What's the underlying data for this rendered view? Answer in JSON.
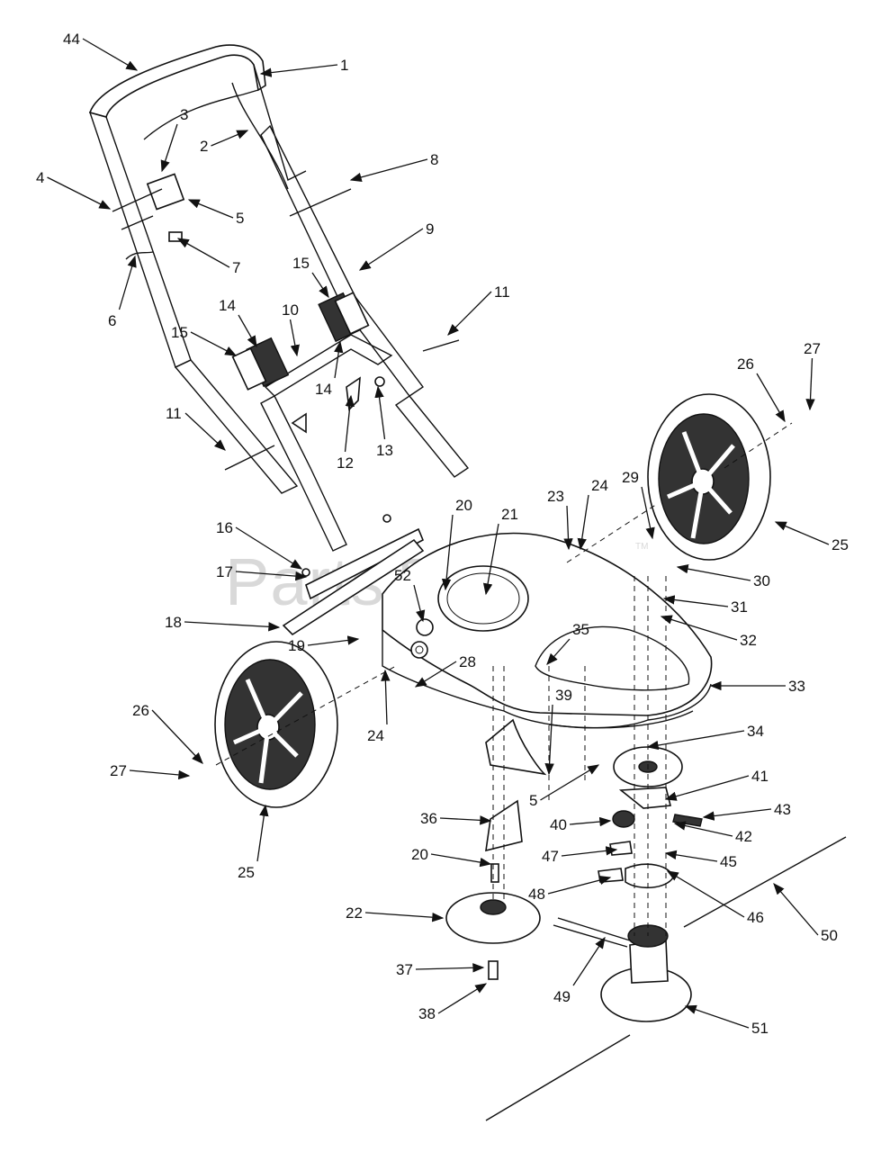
{
  "watermark": {
    "text": "PartsTree",
    "tm": "TM"
  },
  "labels": [
    "1",
    "2",
    "3",
    "4",
    "5",
    "5",
    "6",
    "7",
    "8",
    "9",
    "10",
    "11",
    "11",
    "12",
    "13",
    "14",
    "14",
    "15",
    "15",
    "16",
    "17",
    "18",
    "19",
    "20",
    "20",
    "21",
    "22",
    "23",
    "24",
    "24",
    "25",
    "25",
    "26",
    "26",
    "27",
    "27",
    "28",
    "29",
    "30",
    "31",
    "32",
    "33",
    "34",
    "35",
    "36",
    "37",
    "38",
    "39",
    "40",
    "41",
    "42",
    "43",
    "44",
    "45",
    "46",
    "47",
    "48",
    "49",
    "50",
    "51",
    "52"
  ]
}
